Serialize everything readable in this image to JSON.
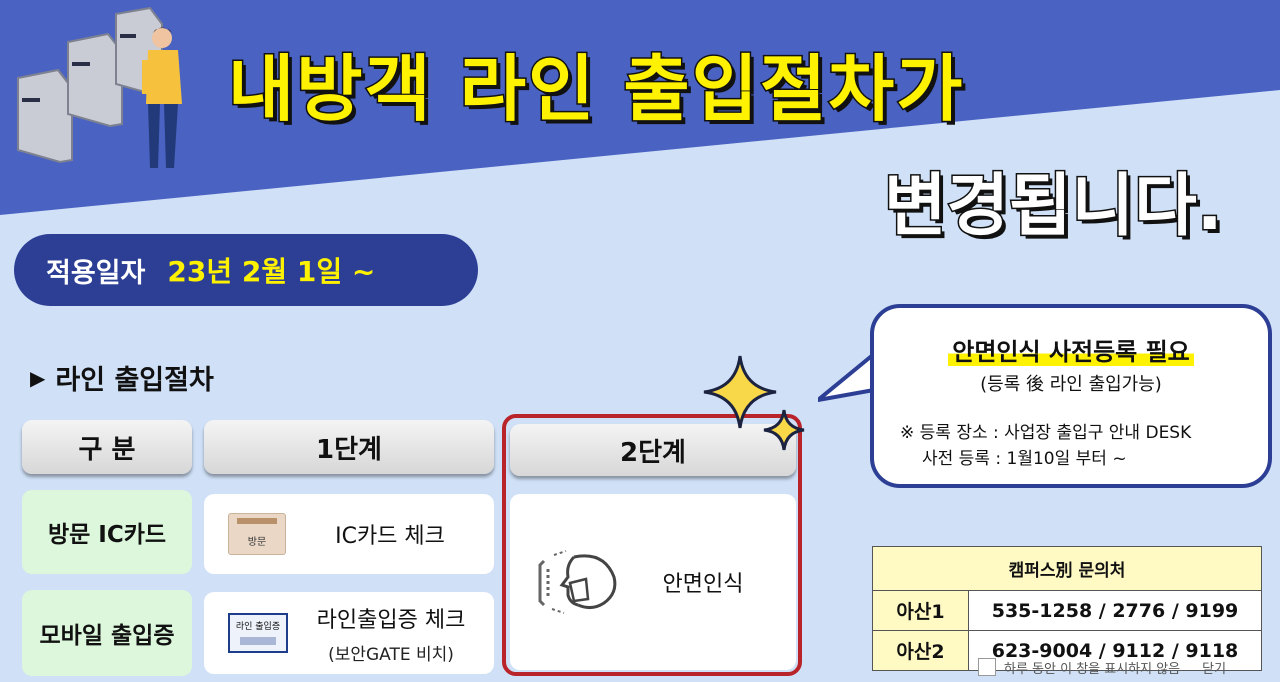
{
  "banner": {
    "title_line1": "내방객 라인 출입절차가",
    "title_line2": "변경됩니다."
  },
  "apply_date": {
    "label": "적용일자",
    "value": "23년 2월 1일 ~"
  },
  "section": {
    "heading": "라인 출입절차"
  },
  "table": {
    "headers": [
      "구 분",
      "1단계",
      "2단계"
    ],
    "rows": [
      {
        "category": "방문 IC카드",
        "step1_text": "IC카드 체크",
        "step1_image_label": "방문"
      },
      {
        "category": "모바일 출입증",
        "step1_text": "라인출입증 체크",
        "step1_subtext": "(보안GATE 비치)",
        "step1_image_label": "라인 출입증"
      }
    ],
    "step2_text": "안면인식"
  },
  "bubble": {
    "title": "안면인식 사전등록 필요",
    "subtitle": "(등록 後 라인 출입가능)",
    "note_line1": "※ 등록 장소 : 사업장 출입구 안내 DESK",
    "note_line2": "사전 등록 : 1월10일 부터 ~"
  },
  "contacts": {
    "title": "캠퍼스別 문의처",
    "rows": [
      {
        "region": "아산1",
        "phone": "535-1258 / 2776 / 9199"
      },
      {
        "region": "아산2",
        "phone": "623-9004 / 9112 / 9118"
      }
    ]
  },
  "popup_footer": {
    "hide_today_label": "하루 동안 이 창을 표시하지 않음",
    "close_label": "닫기"
  },
  "colors": {
    "banner_blue": "#4a63c2",
    "navy": "#2d3f95",
    "yellow": "#fff200",
    "red_border": "#b8242a",
    "light_green": "#dcf7dc"
  },
  "icons": [
    "turnstile-illustration",
    "face-scan-icon",
    "sparkle-icon"
  ]
}
